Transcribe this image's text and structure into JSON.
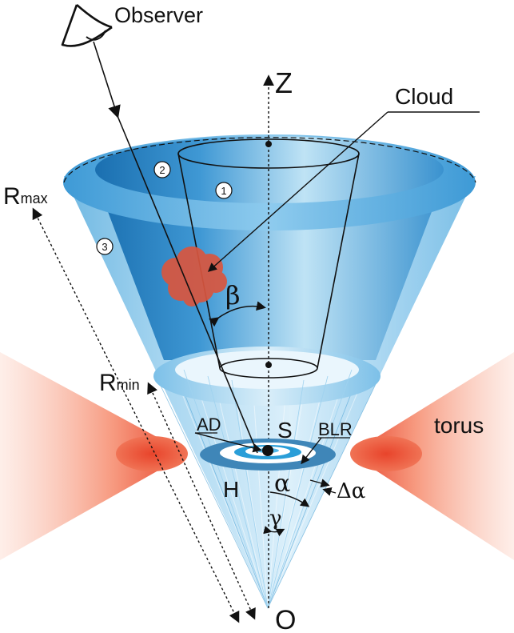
{
  "labels": {
    "observer": "Observer",
    "z_axis": "Z",
    "cloud": "Cloud",
    "r_max_main": "R",
    "r_max_sub": "max",
    "r_min_main": "R",
    "r_min_sub": "min",
    "region_1": "1",
    "region_2": "2",
    "region_3": "3",
    "beta": "β",
    "ad": "AD",
    "s": "S",
    "blr": "BLR",
    "torus": "torus",
    "h": "H",
    "alpha": "α",
    "delta_alpha": "Δα",
    "gamma": "γ",
    "origin": "O"
  },
  "colors": {
    "cone_light": "#bfe3f5",
    "cone_mid": "#5fb0df",
    "cone_dark": "#1f7fc0",
    "torus": "#e8442b",
    "torus_fade": "#fbd9cf",
    "cloud": "#d9563f",
    "lines": "#111111"
  }
}
